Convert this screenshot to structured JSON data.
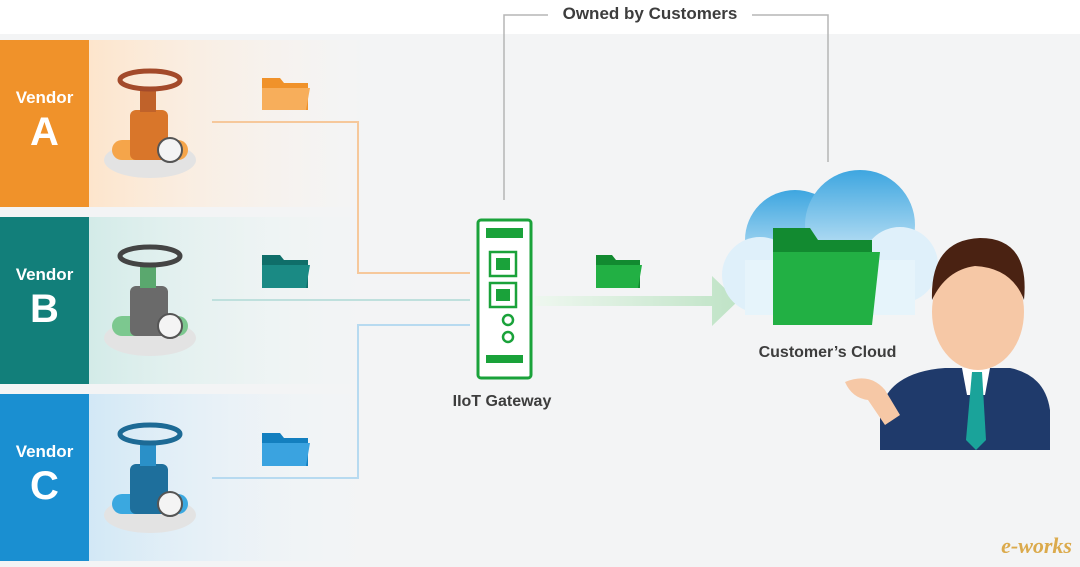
{
  "diagram": {
    "owned_label": "Owned by Customers",
    "gateway_label": "IIoT Gateway",
    "cloud_label": "Customer’s Cloud",
    "vendors": [
      {
        "word": "Vendor",
        "letter": "A",
        "color": "#f0922a",
        "tint": "#fde8d3",
        "icon": "orange-valve-icon"
      },
      {
        "word": "Vendor",
        "letter": "B",
        "color": "#127f7a",
        "tint": "#d4ecea",
        "icon": "green-valve-icon"
      },
      {
        "word": "Vendor",
        "letter": "C",
        "color": "#1a8fd1",
        "tint": "#d4e9f6",
        "icon": "blue-valve-icon"
      }
    ],
    "colors": {
      "gateway": "#1aa23a",
      "cloud_folder": "#1aa23a",
      "arrow": "#bfe3c6",
      "connector": "#b5b5b5"
    },
    "watermark": "e-works"
  }
}
